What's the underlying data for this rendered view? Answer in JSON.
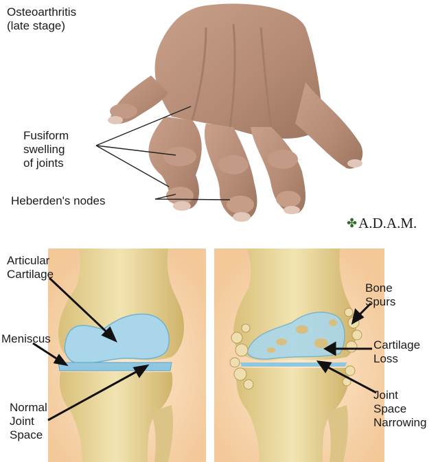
{
  "hand": {
    "title": "Osteoarthritis",
    "subtitle": "(late stage)",
    "label_fusiform": "Fusiform\nswelling\nof joints",
    "label_heberden": "Heberden's nodes"
  },
  "credit": {
    "logo_text": "A.D.A.M.",
    "logo_icon": "leaf-icon"
  },
  "knee_normal": {
    "label_cartilage": "Articular\nCartilage",
    "label_meniscus": "Meniscus",
    "label_joint_space": "Normal\nJoint\nSpace"
  },
  "knee_arthritic": {
    "label_spurs": "Bone\nSpurs",
    "label_cartilage_loss": "Cartilage\nLoss",
    "label_narrowing": "Joint\nSpace\nNarrowing"
  },
  "colors": {
    "skin": "#b88f78",
    "bone": "#e4d29a",
    "cartilage": "#a9d6ea",
    "background_glow": "#f6d9b2"
  }
}
